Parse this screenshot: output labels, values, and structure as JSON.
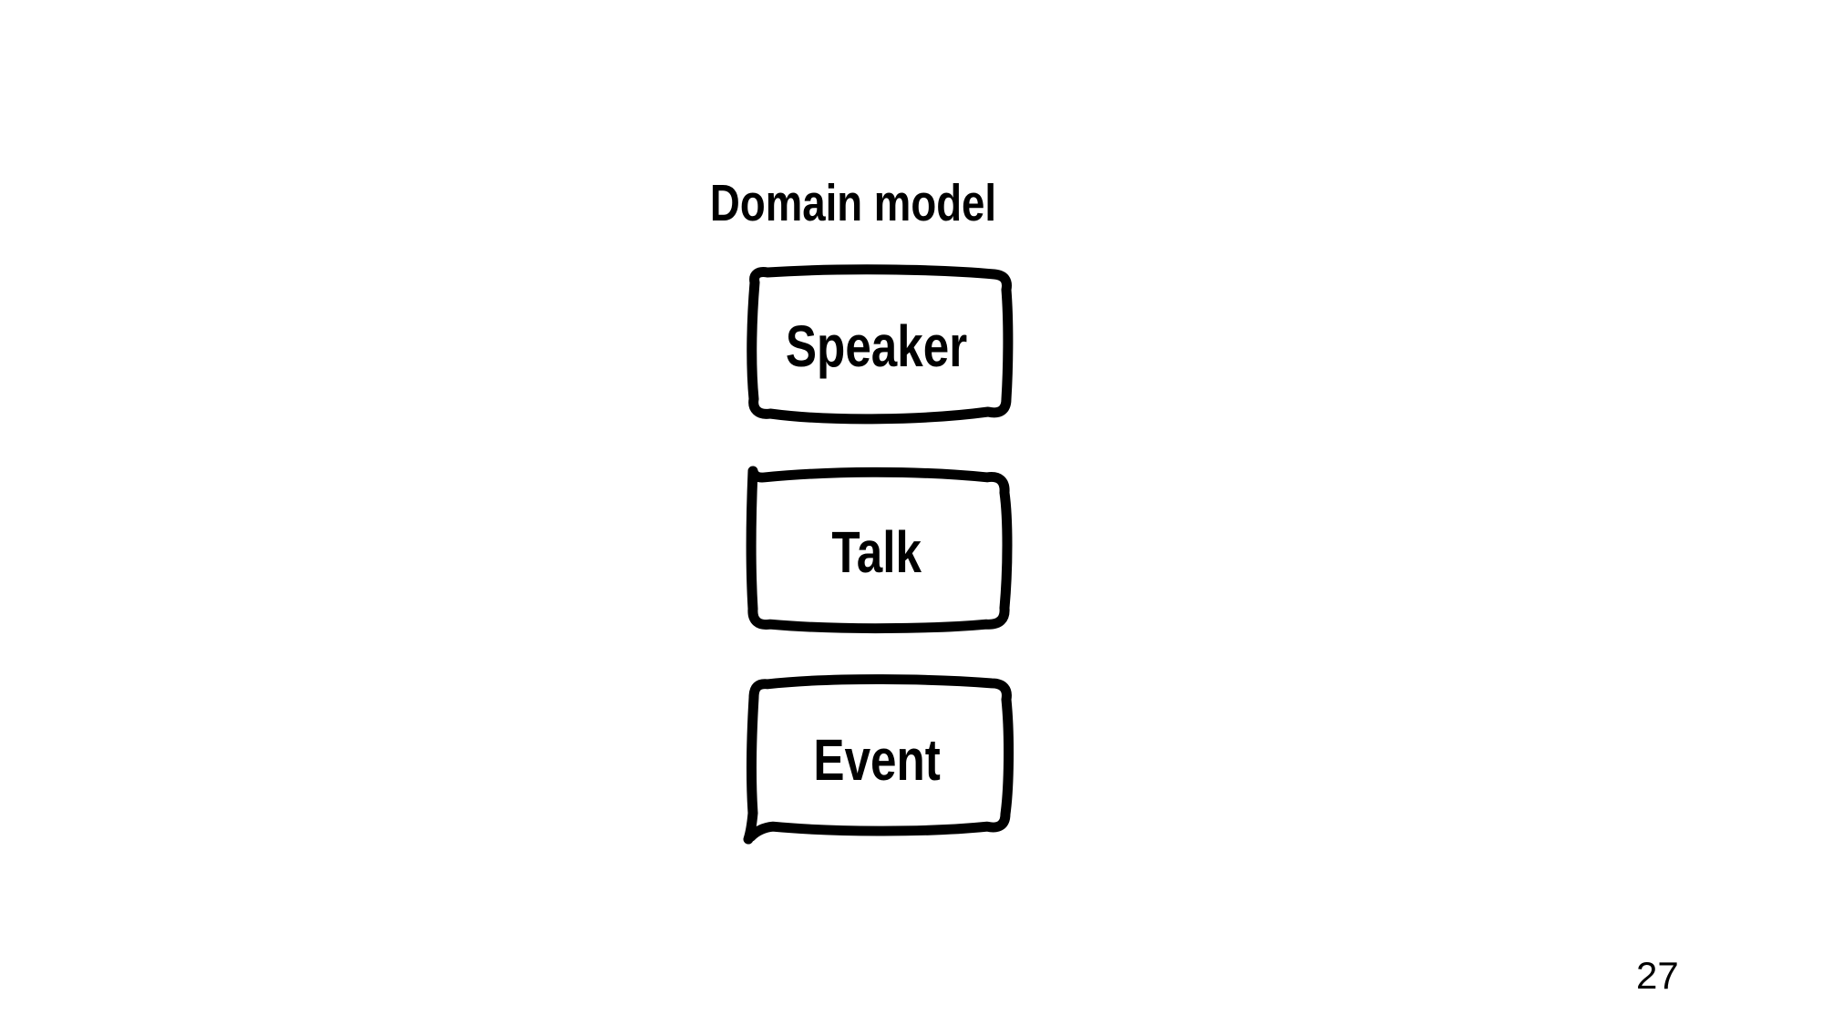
{
  "page": {
    "title": "Domain model",
    "page_number": "27",
    "background_color": "#ffffff",
    "ink_color": "#000000"
  },
  "diagram": {
    "type": "domain-model-boxes",
    "boxes": [
      {
        "label": "Speaker"
      },
      {
        "label": "Talk"
      },
      {
        "label": "Event"
      }
    ]
  }
}
